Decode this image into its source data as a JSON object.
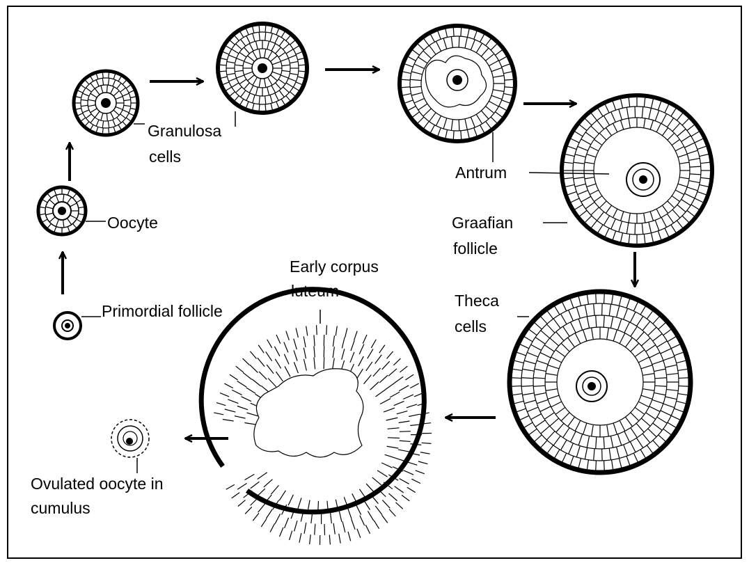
{
  "labels": {
    "granulosa_1": "Granulosa",
    "granulosa_2": "cells",
    "antrum": "Antrum",
    "graafian_1": "Graafian",
    "graafian_2": "follicle",
    "oocyte": "Oocyte",
    "primordial": "Primordial follicle",
    "corpus_1": "Early corpus",
    "corpus_2": "luteum",
    "theca_1": "Theca",
    "theca_2": "cells",
    "ovulated_1": "Ovulated oocyte in",
    "ovulated_2": "cumulus"
  }
}
